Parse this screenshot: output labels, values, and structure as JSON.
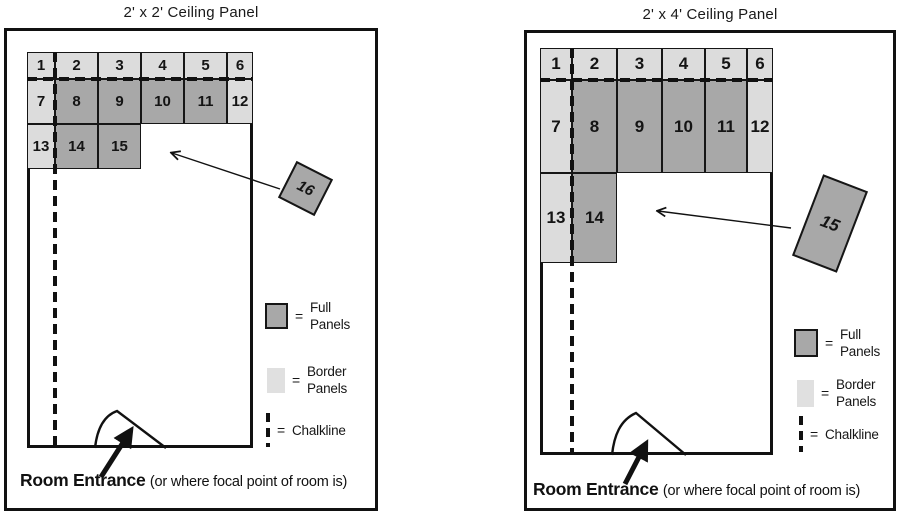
{
  "colors": {
    "full_panel": "#a8a8a8",
    "border_panel": "#dcdcdc",
    "line": "#111111"
  },
  "left": {
    "title": "2' x 2' Ceiling Panel",
    "panels": [
      {
        "label": "1",
        "kind": "border"
      },
      {
        "label": "2",
        "kind": "border"
      },
      {
        "label": "3",
        "kind": "border"
      },
      {
        "label": "4",
        "kind": "border"
      },
      {
        "label": "5",
        "kind": "border"
      },
      {
        "label": "6",
        "kind": "border"
      },
      {
        "label": "7",
        "kind": "border"
      },
      {
        "label": "8",
        "kind": "full"
      },
      {
        "label": "9",
        "kind": "full"
      },
      {
        "label": "10",
        "kind": "full"
      },
      {
        "label": "11",
        "kind": "full"
      },
      {
        "label": "12",
        "kind": "border"
      },
      {
        "label": "13",
        "kind": "border"
      },
      {
        "label": "14",
        "kind": "full"
      },
      {
        "label": "15",
        "kind": "full"
      }
    ],
    "loose_panel": {
      "label": "16",
      "kind": "full"
    },
    "legend": {
      "eq": "=",
      "full_line1": "Full",
      "full_line2": "Panels",
      "border_line1": "Border",
      "border_line2": "Panels",
      "chalkline": "Chalkline"
    },
    "entrance": {
      "bold": "Room Entrance",
      "note": "(or where focal point of room is)"
    }
  },
  "right": {
    "title": "2' x 4' Ceiling Panel",
    "panels": [
      {
        "label": "1",
        "kind": "border"
      },
      {
        "label": "2",
        "kind": "border"
      },
      {
        "label": "3",
        "kind": "border"
      },
      {
        "label": "4",
        "kind": "border"
      },
      {
        "label": "5",
        "kind": "border"
      },
      {
        "label": "6",
        "kind": "border"
      },
      {
        "label": "7",
        "kind": "border"
      },
      {
        "label": "8",
        "kind": "full"
      },
      {
        "label": "9",
        "kind": "full"
      },
      {
        "label": "10",
        "kind": "full"
      },
      {
        "label": "11",
        "kind": "full"
      },
      {
        "label": "12",
        "kind": "border"
      },
      {
        "label": "13",
        "kind": "border"
      },
      {
        "label": "14",
        "kind": "full"
      }
    ],
    "loose_panel": {
      "label": "15",
      "kind": "full"
    },
    "legend": {
      "eq": "=",
      "full_line1": "Full",
      "full_line2": "Panels",
      "border_line1": "Border",
      "border_line2": "Panels",
      "chalkline": "Chalkline"
    },
    "entrance": {
      "bold": "Room Entrance",
      "note": "(or where focal point of room is)"
    }
  }
}
